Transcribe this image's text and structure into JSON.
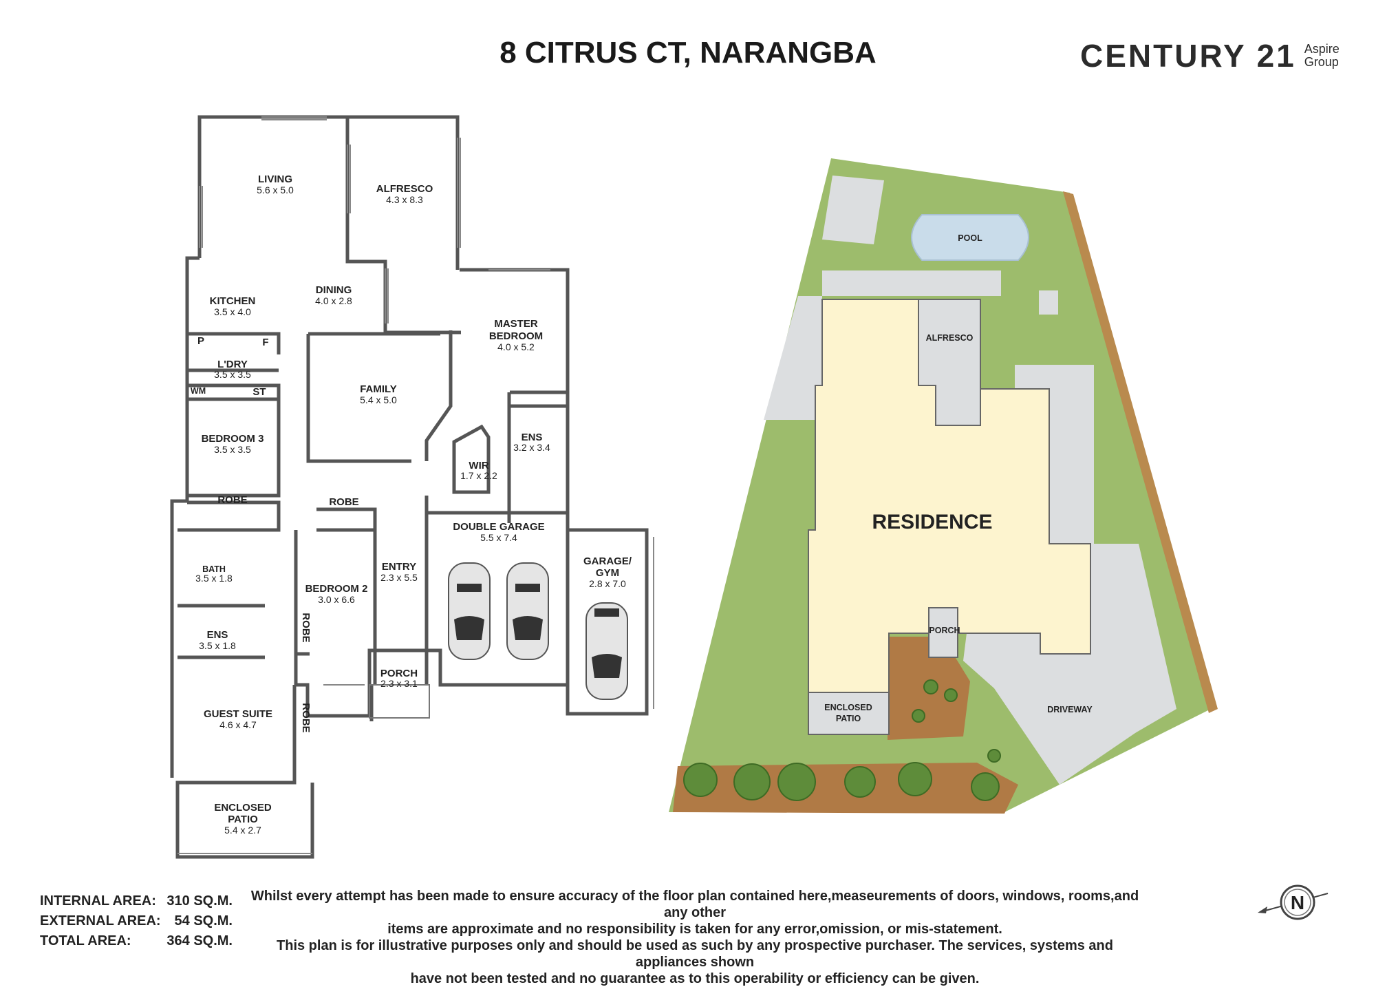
{
  "header": {
    "address": "8 CITRUS CT, NARANGBA",
    "brand": "CENTURY 21",
    "brand_sub_line1": "Aspire",
    "brand_sub_line2": "Group"
  },
  "floorplan": {
    "rooms": {
      "living": {
        "name": "LIVING",
        "dim": "5.6 x 5.0"
      },
      "alfresco": {
        "name": "ALFRESCO",
        "dim": "4.3 x 8.3"
      },
      "kitchen": {
        "name": "KITCHEN",
        "dim": "3.5 x 4.0"
      },
      "dining": {
        "name": "DINING",
        "dim": "4.0 x 2.8"
      },
      "master": {
        "name1": "MASTER",
        "name2": "BEDROOM",
        "dim": "4.0 x 5.2"
      },
      "pantry": {
        "name": "P"
      },
      "fridge": {
        "name": "F"
      },
      "laundry": {
        "name": "L'DRY",
        "dim": "3.5 x 3.5"
      },
      "wm": {
        "name": "WM"
      },
      "st": {
        "name": "ST"
      },
      "family": {
        "name": "FAMILY",
        "dim": "5.4 x 5.0"
      },
      "ens1": {
        "name": "ENS",
        "dim": "3.2 x 3.4"
      },
      "bed3": {
        "name": "BEDROOM 3",
        "dim": "3.5 x 3.5"
      },
      "wir": {
        "name": "WIR",
        "dim": "1.7 x 2.2"
      },
      "robe1": {
        "name": "ROBE"
      },
      "robe2": {
        "name": "ROBE"
      },
      "robe3": {
        "name": "ROBE"
      },
      "robe4": {
        "name": "ROBE"
      },
      "dgarage": {
        "name": "DOUBLE GARAGE",
        "dim": "5.5 x 7.4"
      },
      "gym": {
        "name1": "GARAGE/",
        "name2": "GYM",
        "dim": "2.8 x 7.0"
      },
      "bath": {
        "name": "BATH",
        "dim": "3.5 x 1.8"
      },
      "entry": {
        "name": "ENTRY",
        "dim": "2.3 x 5.5"
      },
      "bed2": {
        "name": "BEDROOM 2",
        "dim": "3.0 x 6.6"
      },
      "ens2": {
        "name": "ENS",
        "dim": "3.5 x 1.8"
      },
      "porch": {
        "name": "PORCH",
        "dim": "2.3 x 3.1"
      },
      "guest": {
        "name": "GUEST SUITE",
        "dim": "4.6 x 4.7"
      },
      "patio": {
        "name1": "ENCLOSED",
        "name2": "PATIO",
        "dim": "5.4 x 2.7"
      }
    }
  },
  "siteplan": {
    "pool": "POOL",
    "alfresco": "ALFRESCO",
    "residence": "RESIDENCE",
    "porch": "PORCH",
    "patio1": "ENCLOSED",
    "patio2": "PATIO",
    "driveway": "DRIVEWAY"
  },
  "colors": {
    "grass": "#9dbc6c",
    "residence": "#fdf4cf",
    "paving": "#dcdee0",
    "pool": "#c9dcea",
    "garden": "#b07a45",
    "wall": "#555555"
  },
  "areas": [
    {
      "label": "INTERNAL AREA:",
      "value": "310 SQ.M."
    },
    {
      "label": "EXTERNAL AREA:",
      "value": "54 SQ.M."
    },
    {
      "label": "TOTAL AREA:",
      "value": "364 SQ.M."
    }
  ],
  "disclaimer": {
    "line1": "Whilst every attempt has been made to ensure accuracy of the floor plan contained here,measeurements of doors, windows, rooms,and any other",
    "line2": "items are approximate  and no responsibility is taken for any error,omission, or mis-statement.",
    "line3": "This plan is for illustrative purposes only and should be used as such by any prospective purchaser. The services, systems and appliances shown",
    "line4": "have not been tested and no guarantee as to this operability or efficiency can be given."
  },
  "compass": {
    "letter": "N"
  }
}
